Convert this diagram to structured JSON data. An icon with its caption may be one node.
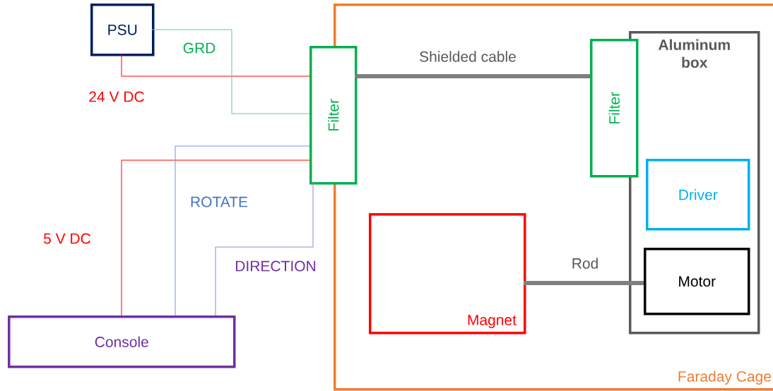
{
  "diagram": {
    "nodes": [
      {
        "text": [
          "PSU"
        ]
      },
      {
        "text": [
          "Faraday Cage"
        ]
      },
      {
        "text": [
          "Filter"
        ]
      },
      {
        "text": [
          "Aluminum box"
        ],
        "in": 1
      },
      {
        "text": [
          "Filter"
        ],
        "in": 1
      },
      {
        "text": [
          "Driver"
        ],
        "in": 3
      },
      {
        "text": [
          "Magnet"
        ],
        "in": 1
      },
      {
        "text": [
          "Motor"
        ],
        "in": 3
      },
      {
        "text": [
          "Console"
        ]
      }
    ],
    "edges": [
      {
        "from": 0,
        "to": 2,
        "arrow": "none",
        "label": "24 V DC",
        "color": "#ff0000"
      },
      {
        "from": 0,
        "to": 2,
        "arrow": "none",
        "label": "GRD",
        "color": "#5fd08c"
      },
      {
        "from": 8,
        "to": 2,
        "arrow": "none",
        "label": "5 V DC",
        "color": "#ff0000"
      },
      {
        "from": 8,
        "to": 2,
        "arrow": "none",
        "label": "ROTATE",
        "color": "#6f96dc"
      },
      {
        "from": 8,
        "to": 2,
        "arrow": "none",
        "label": "DIRECTION",
        "color": "#a37fcc"
      },
      {
        "from": 2,
        "to": 4,
        "arrow": "none",
        "label": "Shielded cable",
        "style": "thick",
        "color": "#7f7f7f"
      },
      {
        "from": 6,
        "to": 7,
        "arrow": "none",
        "label": "Rod",
        "style": "thick",
        "color": "#7f7f7f"
      }
    ]
  }
}
